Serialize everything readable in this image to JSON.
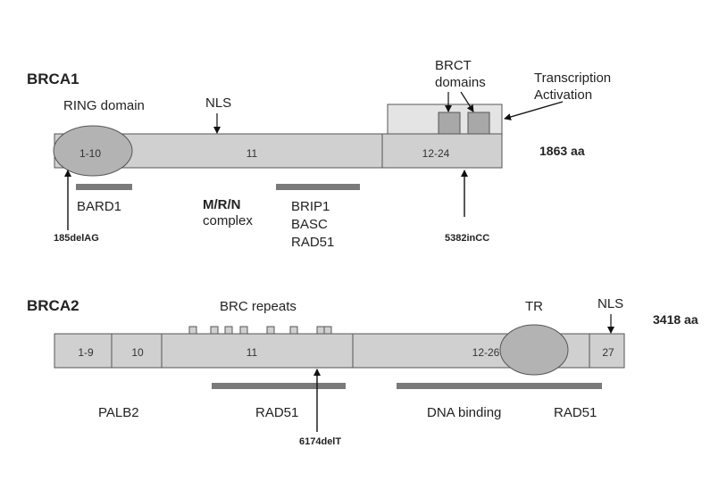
{
  "brca1": {
    "title": "BRCA1",
    "length": "1863 aa",
    "segments": [
      "1-10",
      "11",
      "12-24"
    ],
    "ring_domain": "RING domain",
    "nls": "NLS",
    "brct": [
      "BRCT",
      "domains"
    ],
    "transcription": [
      "Transcription",
      "Activation"
    ],
    "bard1": "BARD1",
    "mrn": [
      "M/R/N",
      "complex"
    ],
    "brip1": [
      "BRIP1",
      "BASC",
      "RAD51"
    ],
    "mutation1": "185delAG",
    "mutation2": "5382inCC"
  },
  "brca2": {
    "title": "BRCA2",
    "length": "3418 aa",
    "segments": [
      "1-9",
      "10",
      "11",
      "12-26",
      "27"
    ],
    "brc_repeats": "BRC repeats",
    "tr": "TR",
    "nls": "NLS",
    "palb2": "PALB2",
    "rad51_a": "RAD51",
    "dna_binding": "DNA binding",
    "rad51_b": "RAD51",
    "mutation": "6174delT"
  },
  "colors": {
    "box_fill": "#d0d0d0",
    "dark_bar": "#7a7a7a",
    "stroke": "#555555",
    "ellipse_fill": "#b3b3b3",
    "brct_fill": "#a8a8a8",
    "brct_region": "#e4e4e4"
  }
}
